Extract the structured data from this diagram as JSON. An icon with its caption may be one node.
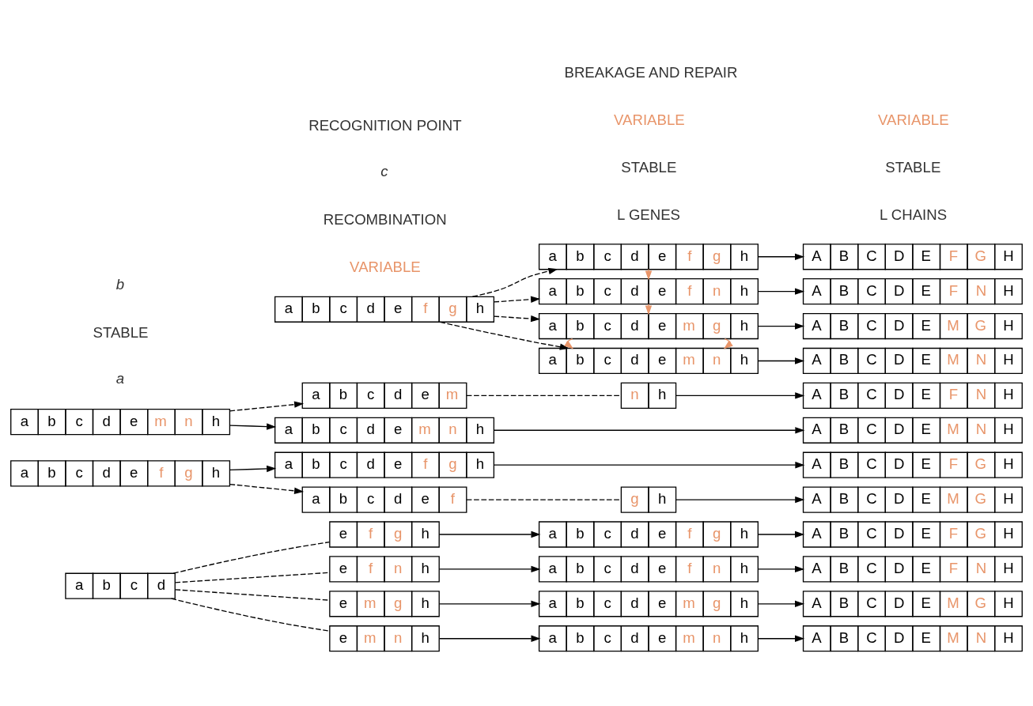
{
  "diagram": {
    "nodes": [
      {
        "text": [
          "a",
          "b",
          "c",
          "d"
        ]
      },
      {
        "text": [
          "e",
          "f",
          "g",
          "h"
        ]
      },
      {
        "text": [
          "e",
          "f",
          "n",
          "h"
        ]
      },
      {
        "text": [
          "e",
          "m",
          "g",
          "h"
        ]
      },
      {
        "text": [
          "e",
          "m",
          "n",
          "h"
        ]
      },
      {
        "text": [
          "a",
          "b",
          "c",
          "d",
          "e",
          "f",
          "g",
          "h"
        ]
      },
      {
        "text": [
          "a",
          "b",
          "c",
          "d",
          "e",
          "f",
          "n",
          "h"
        ]
      },
      {
        "text": [
          "a",
          "b",
          "c",
          "d",
          "e",
          "m",
          "g",
          "h"
        ]
      },
      {
        "text": [
          "a",
          "b",
          "c",
          "d",
          "e",
          "m",
          "n",
          "h"
        ]
      },
      {
        "text": [
          "A",
          "B",
          "C",
          "D",
          "E",
          "F",
          "G",
          "H"
        ]
      },
      {
        "text": [
          "A",
          "B",
          "C",
          "D",
          "E",
          "F",
          "N",
          "H"
        ]
      },
      {
        "text": [
          "A",
          "B",
          "C",
          "D",
          "E",
          "M",
          "G",
          "H"
        ]
      },
      {
        "text": [
          "A",
          "B",
          "C",
          "D",
          "E",
          "M",
          "N",
          "H"
        ]
      },
      {
        "text": [
          "a",
          "b",
          "c",
          "d",
          "e",
          "f",
          "g",
          "h"
        ]
      },
      {
        "text": [
          "a",
          "b",
          "c",
          "d",
          "e",
          "m",
          "n",
          "h"
        ]
      },
      {
        "text": [
          "a",
          "b",
          "c",
          "d",
          "e",
          "f",
          "g",
          "h"
        ]
      },
      {
        "text": [
          "a",
          "b",
          "c",
          "d",
          "e",
          "f"
        ]
      },
      {
        "text": [
          "n",
          "h"
        ]
      },
      {
        "text": [
          "a",
          "b",
          "c",
          "d",
          "e",
          "m"
        ]
      },
      {
        "text": [
          "g",
          "h"
        ]
      },
      {
        "text": [
          "a",
          "b",
          "c",
          "d",
          "e",
          "m",
          "n",
          "h"
        ]
      },
      {
        "text": [
          "A",
          "B",
          "C",
          "D",
          "E",
          "F",
          "G",
          "H"
        ]
      },
      {
        "text": [
          "A",
          "B",
          "C",
          "D",
          "E",
          "F",
          "N",
          "H"
        ]
      },
      {
        "text": [
          "A",
          "B",
          "C",
          "D",
          "E",
          "M",
          "G",
          "H"
        ]
      },
      {
        "text": [
          "A",
          "B",
          "C",
          "D",
          "E",
          "M",
          "N",
          "H"
        ]
      },
      {
        "text": [
          "a",
          "b",
          "c",
          "d",
          "e",
          "f",
          "g",
          "h"
        ]
      },
      {
        "text": [
          "a",
          "b",
          "c",
          "d",
          "e",
          "f",
          "g",
          "h"
        ]
      },
      {
        "text": [
          "a",
          "b",
          "c",
          "d",
          "e",
          "f",
          "n",
          "h"
        ]
      },
      {
        "text": [
          "a",
          "b",
          "c",
          "d",
          "e",
          "m",
          "g",
          "h"
        ]
      },
      {
        "text": [
          "a",
          "b",
          "c",
          "d",
          "e",
          "m",
          "n",
          "h"
        ]
      },
      {
        "text": [
          "A",
          "B",
          "C",
          "D",
          "E",
          "F",
          "G",
          "H"
        ]
      },
      {
        "text": [
          "A",
          "B",
          "C",
          "D",
          "E",
          "F",
          "N",
          "H"
        ]
      },
      {
        "text": [
          "A",
          "B",
          "C",
          "D",
          "E",
          "M",
          "G",
          "H"
        ]
      },
      {
        "text": [
          "A",
          "B",
          "C",
          "D",
          "E",
          "M",
          "N",
          "H"
        ]
      }
    ],
    "edges": [
      {
        "from": 0,
        "to": 1,
        "arrow": "none",
        "style": "dashed"
      },
      {
        "from": 0,
        "to": 2,
        "arrow": "none",
        "style": "dashed"
      },
      {
        "from": 0,
        "to": 3,
        "arrow": "none",
        "style": "dashed"
      },
      {
        "from": 0,
        "to": 4,
        "arrow": "none",
        "style": "dashed"
      },
      {
        "from": 1,
        "to": 5,
        "arrow": "to"
      },
      {
        "from": 2,
        "to": 6,
        "arrow": "to"
      },
      {
        "from": 3,
        "to": 7,
        "arrow": "to"
      },
      {
        "from": 4,
        "to": 8,
        "arrow": "to"
      },
      {
        "from": 5,
        "to": 9,
        "arrow": "to"
      },
      {
        "from": 6,
        "to": 10,
        "arrow": "to"
      },
      {
        "from": 7,
        "to": 11,
        "arrow": "to"
      },
      {
        "from": 8,
        "to": 12,
        "arrow": "to"
      },
      {
        "from": 13,
        "to": 15,
        "arrow": "to"
      },
      {
        "from": 13,
        "to": 16,
        "arrow": "to",
        "style": "dashed"
      },
      {
        "from": 14,
        "to": 18,
        "arrow": "to",
        "style": "dashed"
      },
      {
        "from": 14,
        "to": 20,
        "arrow": "to"
      },
      {
        "from": 16,
        "to": 19,
        "arrow": "none",
        "style": "dashed"
      },
      {
        "from": 18,
        "to": 17,
        "arrow": "none",
        "style": "dashed"
      },
      {
        "from": 15,
        "to": 21,
        "arrow": "to"
      },
      {
        "from": 17,
        "to": 22,
        "arrow": "to"
      },
      {
        "from": 19,
        "to": 23,
        "arrow": "to"
      },
      {
        "from": 20,
        "to": 24,
        "arrow": "to"
      },
      {
        "from": 25,
        "to": 26,
        "arrow": "to",
        "style": "dashed"
      },
      {
        "from": 25,
        "to": 27,
        "arrow": "to",
        "style": "dashed"
      },
      {
        "from": 25,
        "to": 28,
        "arrow": "to",
        "style": "dashed"
      },
      {
        "from": 25,
        "to": 29,
        "arrow": "to",
        "style": "dashed"
      },
      {
        "from": 26,
        "to": 27,
        "arrow": "to",
        "color": "#e8956a"
      },
      {
        "from": 27,
        "to": 28,
        "arrow": "to",
        "color": "#e8956a"
      },
      {
        "from": 28,
        "to": 29,
        "arrow": "to",
        "color": "#e8956a"
      },
      {
        "from": 28,
        "to": 29,
        "arrow": "to",
        "color": "#e8956a"
      },
      {
        "from": 26,
        "to": 30,
        "arrow": "to"
      },
      {
        "from": 27,
        "to": 31,
        "arrow": "to"
      },
      {
        "from": 28,
        "to": 32,
        "arrow": "to"
      },
      {
        "from": 29,
        "to": 33,
        "arrow": "to"
      }
    ],
    "labels": [
      "a",
      "L GENES",
      "L CHAINS",
      "STABLE",
      "VARIABLE",
      "STABLE",
      "VARIABLE",
      "STABLE",
      "VARIABLE",
      "b",
      "RECOMBINATION",
      "c",
      "BREAKAGE AND REPAIR",
      "RECOGNITION POINT"
    ]
  }
}
